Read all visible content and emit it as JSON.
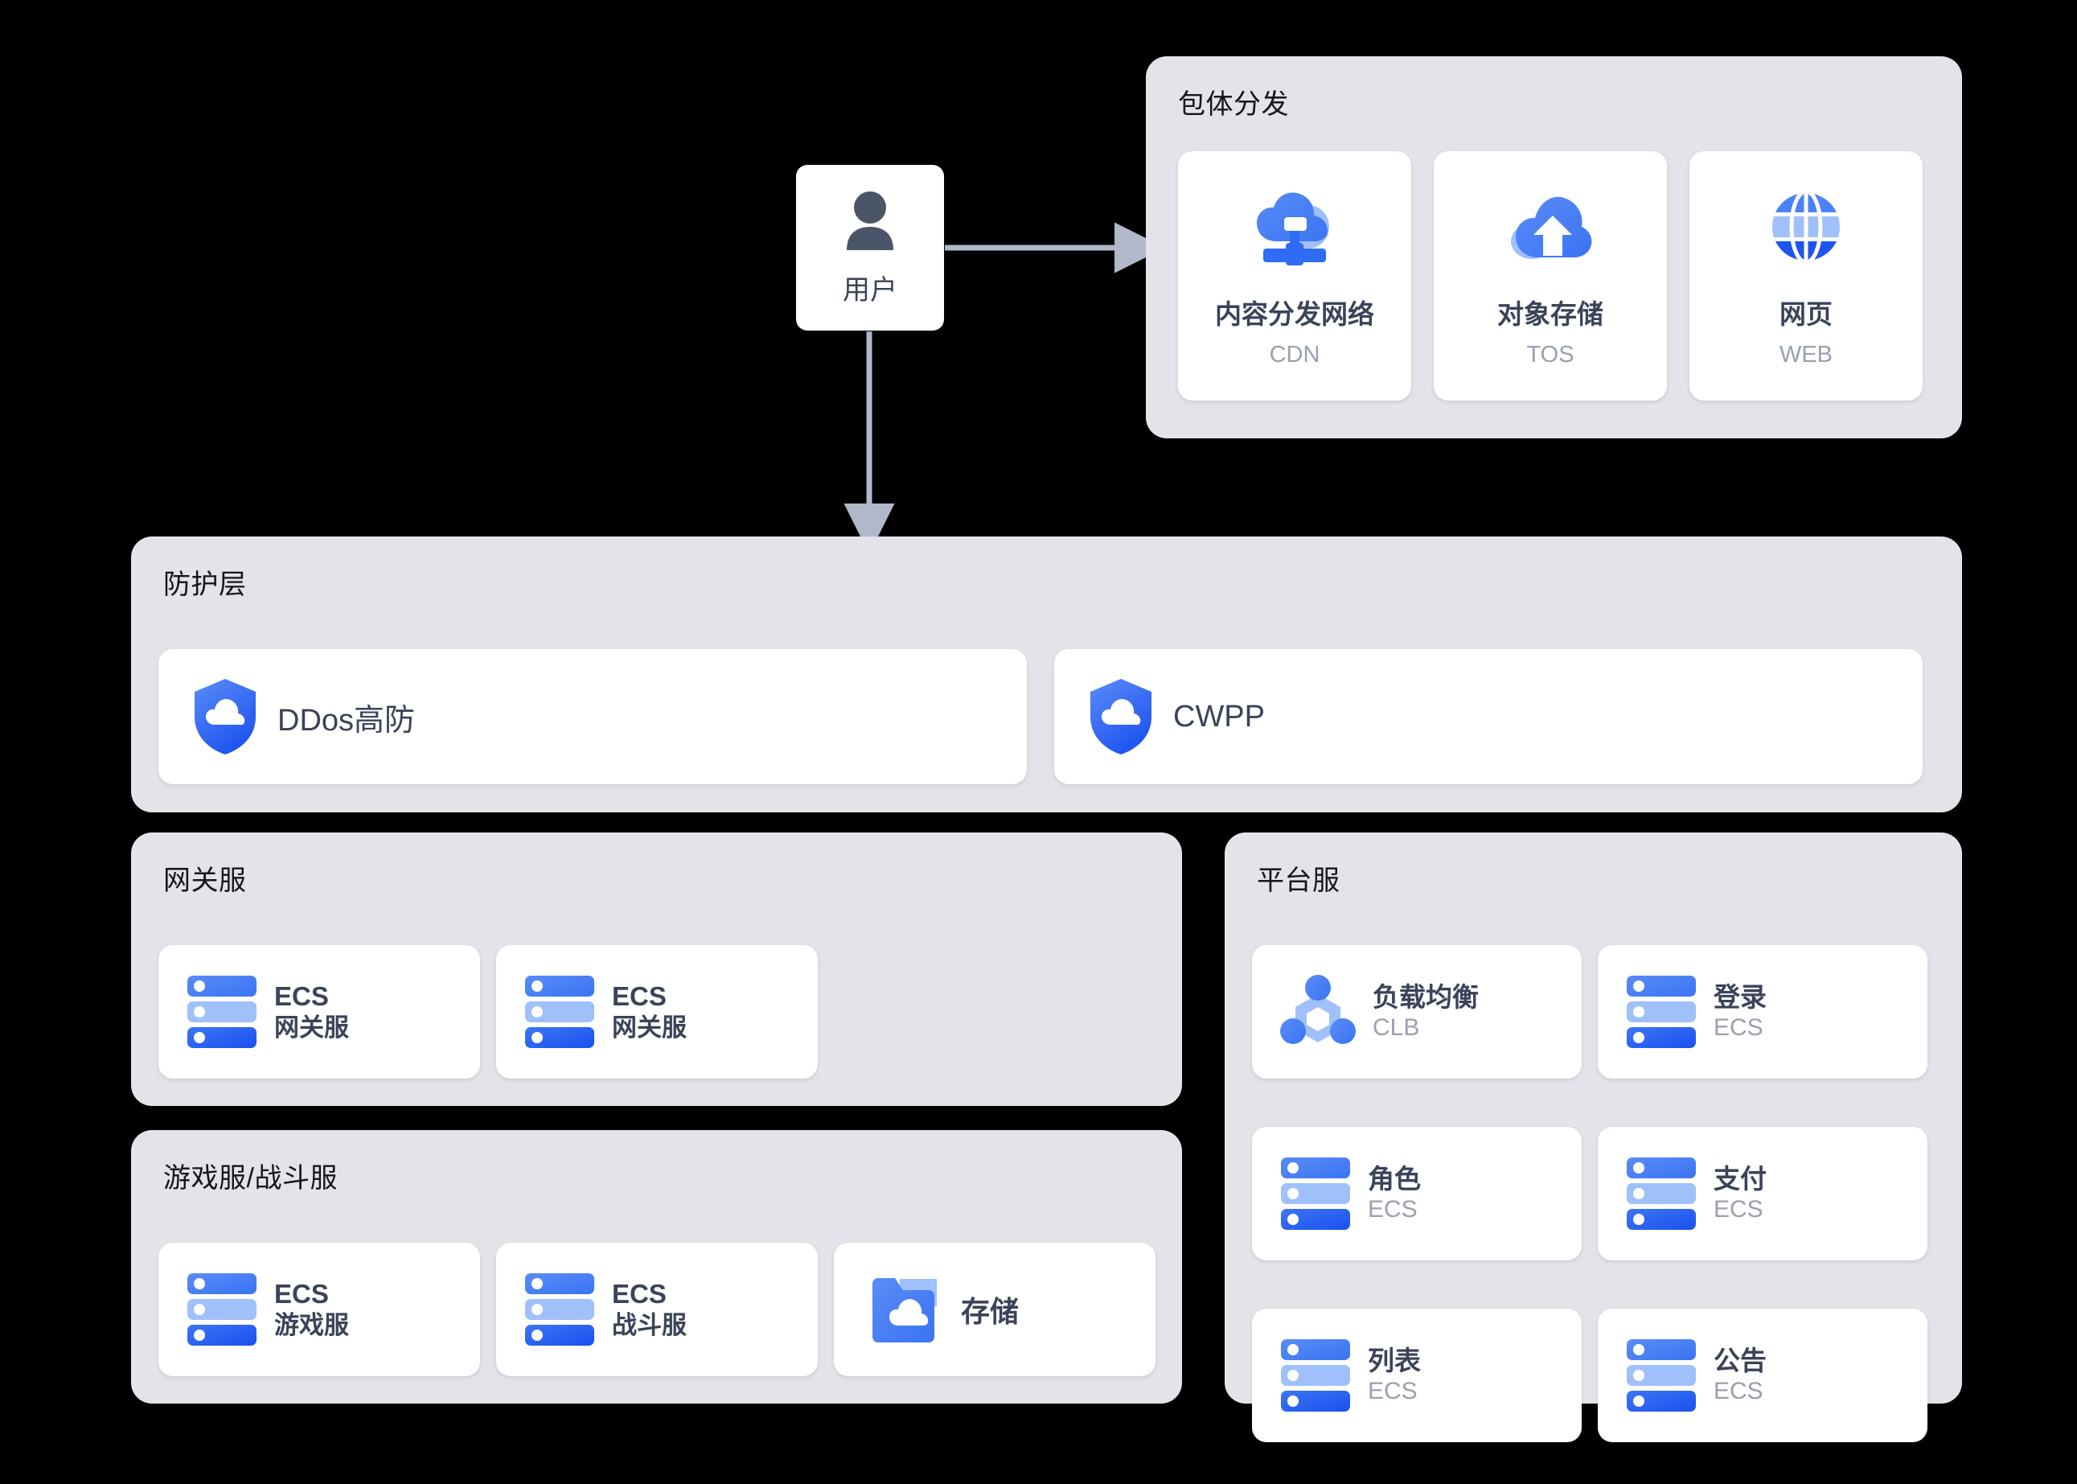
{
  "colors": {
    "background": "#000000",
    "panel": "#e3e3e9",
    "card": "#ffffff",
    "accent_blue": "#2f6bf5",
    "accent_blue_light": "#9fc0fa",
    "accent_blue_deep": "#1f55ef",
    "text_dark": "#3a4359",
    "text_muted": "#9aa0ae",
    "title_dark": "#16161a",
    "arrow": "#b0b8c9",
    "user_icon": "#4a5568"
  },
  "user_node": {
    "label": "用户",
    "icon": "user-person-icon"
  },
  "arrows": [
    {
      "name": "user-to-distribution-arrow",
      "direction": "right"
    },
    {
      "name": "user-to-protection-arrow",
      "direction": "down"
    }
  ],
  "sections": {
    "distribution": {
      "title": "包体分发",
      "cards": [
        {
          "icon": "cdn-cloud-icon",
          "name": "内容分发网络",
          "code": "CDN"
        },
        {
          "icon": "tos-upload-icon",
          "name": "对象存储",
          "code": "TOS"
        },
        {
          "icon": "web-globe-icon",
          "name": "网页",
          "code": "WEB"
        }
      ]
    },
    "protection": {
      "title": "防护层",
      "cards": [
        {
          "icon": "shield-cloud-icon",
          "label": "DDos高防"
        },
        {
          "icon": "shield-cloud-icon",
          "label": "CWPP"
        }
      ]
    },
    "gateway": {
      "title": "网关服",
      "cards": [
        {
          "icon": "ecs-server-icon",
          "line1": "ECS",
          "line2": "网关服"
        },
        {
          "icon": "ecs-server-icon",
          "line1": "ECS",
          "line2": "网关服"
        }
      ]
    },
    "game": {
      "title": "游戏服/战斗服",
      "cards": [
        {
          "icon": "ecs-server-icon",
          "line1": "ECS",
          "line2": "游戏服"
        },
        {
          "icon": "ecs-server-icon",
          "line1": "ECS",
          "line2": "战斗服"
        },
        {
          "icon": "storage-folder-icon",
          "label": "存储"
        }
      ]
    },
    "platform": {
      "title": "平台服",
      "cards": [
        {
          "icon": "clb-balance-icon",
          "line1": "负载均衡",
          "line2": "CLB"
        },
        {
          "icon": "ecs-server-icon",
          "line1": "登录",
          "line2": "ECS"
        },
        {
          "icon": "ecs-server-icon",
          "line1": "角色",
          "line2": "ECS"
        },
        {
          "icon": "ecs-server-icon",
          "line1": "支付",
          "line2": "ECS"
        },
        {
          "icon": "ecs-server-icon",
          "line1": "列表",
          "line2": "ECS"
        },
        {
          "icon": "ecs-server-icon",
          "line1": "公告",
          "line2": "ECS"
        }
      ]
    }
  }
}
